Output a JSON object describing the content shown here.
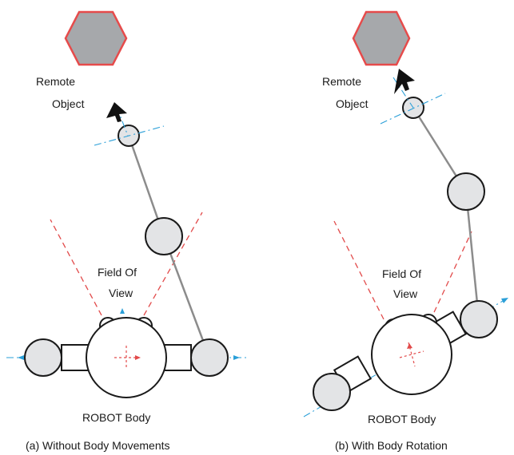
{
  "panels": [
    {
      "id": "a",
      "caption": "(a) Without Body Movements",
      "remote_object_label": [
        "Remote",
        "Object"
      ],
      "fov_label": [
        "Field Of",
        "View"
      ],
      "body_label": "ROBOT Body"
    },
    {
      "id": "b",
      "caption": "(b) With Body Rotation",
      "remote_object_label": [
        "Remote",
        "Object"
      ],
      "fov_label": [
        "Field Of",
        "View"
      ],
      "body_label": "ROBOT Body"
    }
  ],
  "colors": {
    "object_fill": "#a6a8ab",
    "object_stroke": "#e64b4b",
    "joint_fill": "#e3e4e6",
    "fov_line": "#e24a4a",
    "axis_line": "#2a9fd8",
    "arm_link": "#8c8c8c"
  },
  "icons": [
    "hexagon-object-icon",
    "arrow-pointer-icon"
  ]
}
